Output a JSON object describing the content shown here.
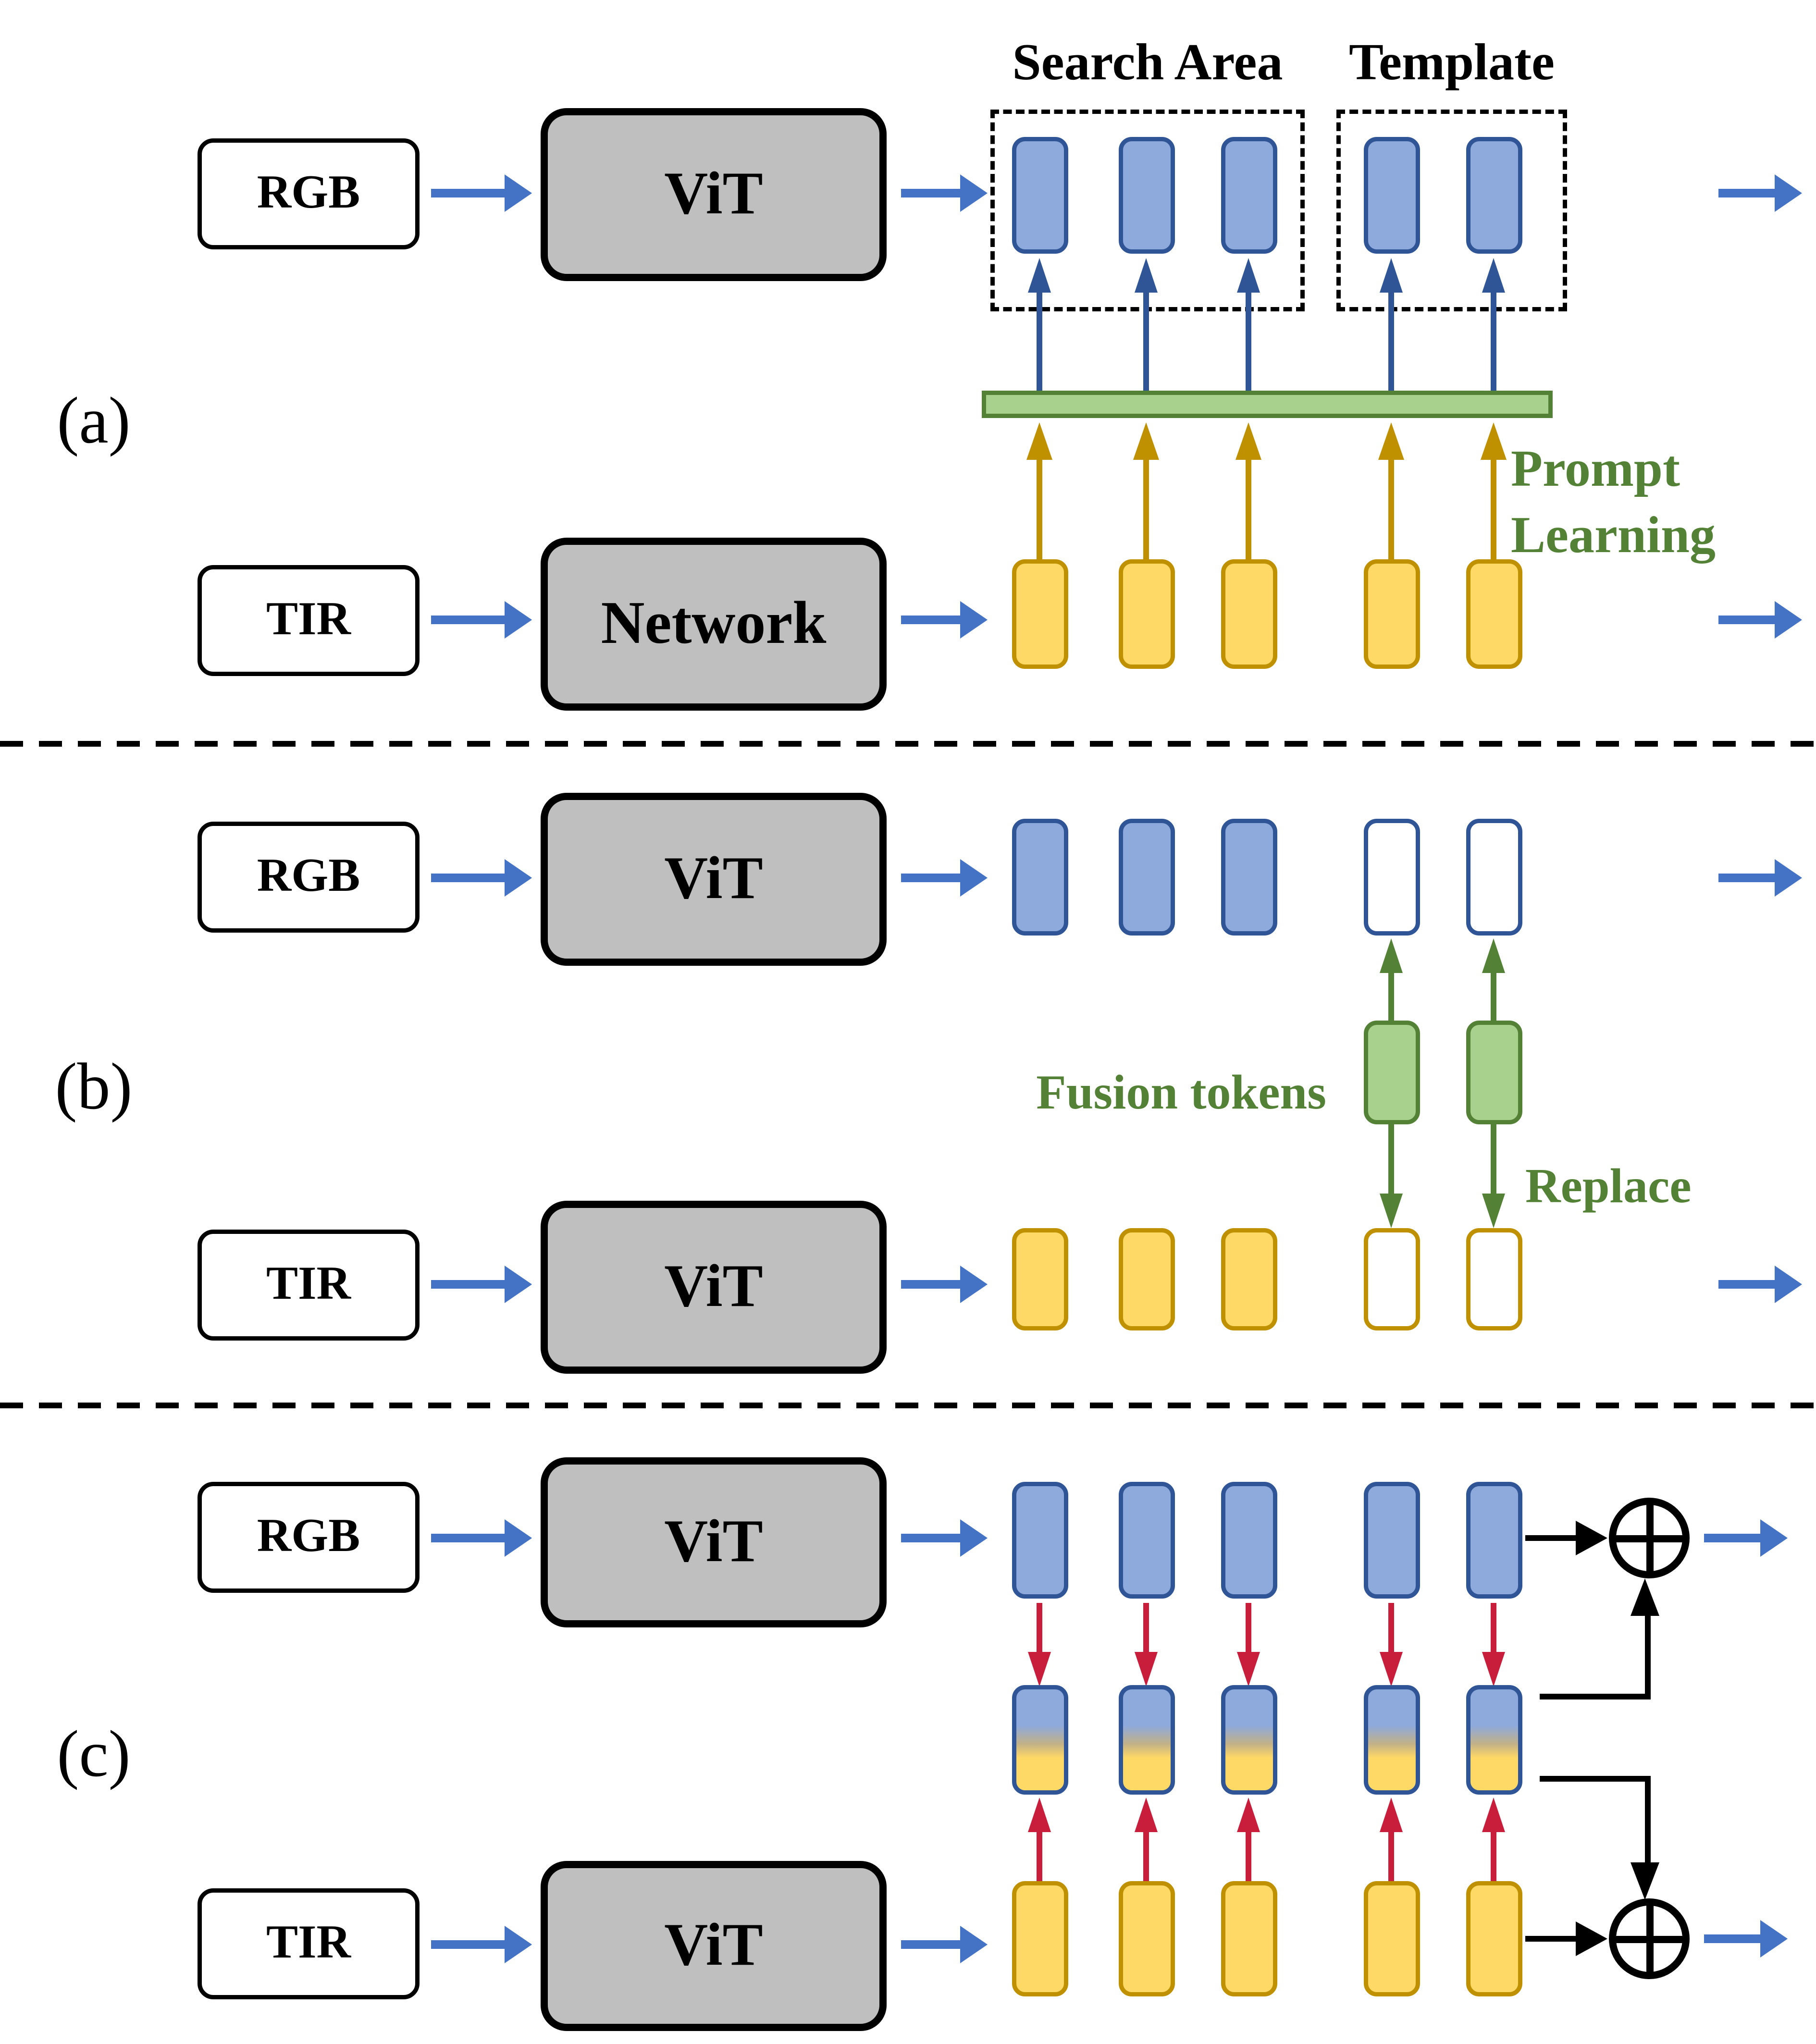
{
  "colors": {
    "blue_fill": "#8EA9DB",
    "blue_border": "#2F5597",
    "yellow_fill": "#FFD966",
    "yellow_border": "#BF9000",
    "green_fill": "#A9D18E",
    "green_border": "#538135",
    "green_text": "#538135",
    "arrow_blue": "#4472C4",
    "arrow_red": "#C81E3C",
    "gray_fill": "#BFBFBF"
  },
  "panel_a": {
    "label": "(a)",
    "rgb": "RGB",
    "rgb_encoder": "ViT",
    "tir": "TIR",
    "tir_encoder": "Network",
    "search_area": "Search Area",
    "template": "Template",
    "prompt_line1": "Prompt",
    "prompt_line2": "Learning",
    "search_area_tokens": 3,
    "template_tokens": 2,
    "tir_tokens": 5
  },
  "panel_b": {
    "label": "(b)",
    "rgb": "RGB",
    "rgb_encoder": "ViT",
    "tir": "TIR",
    "tir_encoder": "ViT",
    "fusion_tokens_label": "Fusion tokens",
    "replace_label": "Replace",
    "rgb_tokens_filled": 3,
    "rgb_tokens_empty": 2,
    "fusion_tokens": 2,
    "tir_tokens_filled": 3,
    "tir_tokens_empty": 2
  },
  "panel_c": {
    "label": "(c)",
    "rgb": "RGB",
    "rgb_encoder": "ViT",
    "tir": "TIR",
    "tir_encoder": "ViT",
    "rgb_tokens": 5,
    "fused_tokens": 5,
    "tir_tokens": 5,
    "adders": 2
  }
}
